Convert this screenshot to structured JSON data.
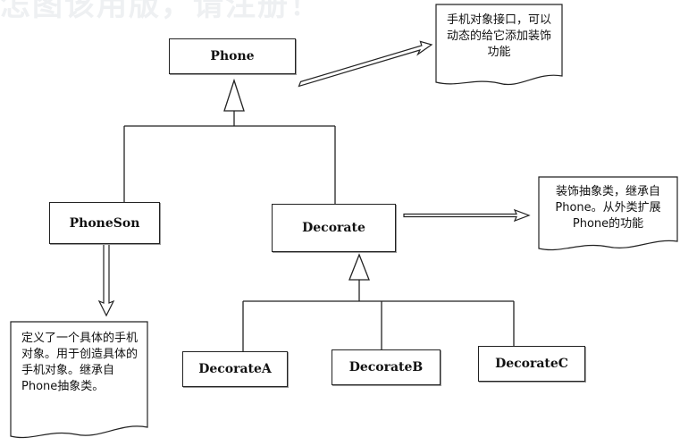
{
  "watermark": "怎图该用版，请注册！",
  "classes": {
    "phone": "Phone",
    "phone_son": "PhoneSon",
    "decorate": "Decorate",
    "decorate_a": "DecorateA",
    "decorate_b": "DecorateB",
    "decorate_c": "DecorateC"
  },
  "notes": {
    "phone_note": "手机对象接口，可以动态的给它添加装饰功能",
    "decorate_note": "装饰抽象类，继承自Phone。从外类扩展Phone的功能",
    "phone_son_note": "定义了一个具体的手机对象。用于创造具体的手机对象。继承自Phone抽象类。"
  }
}
